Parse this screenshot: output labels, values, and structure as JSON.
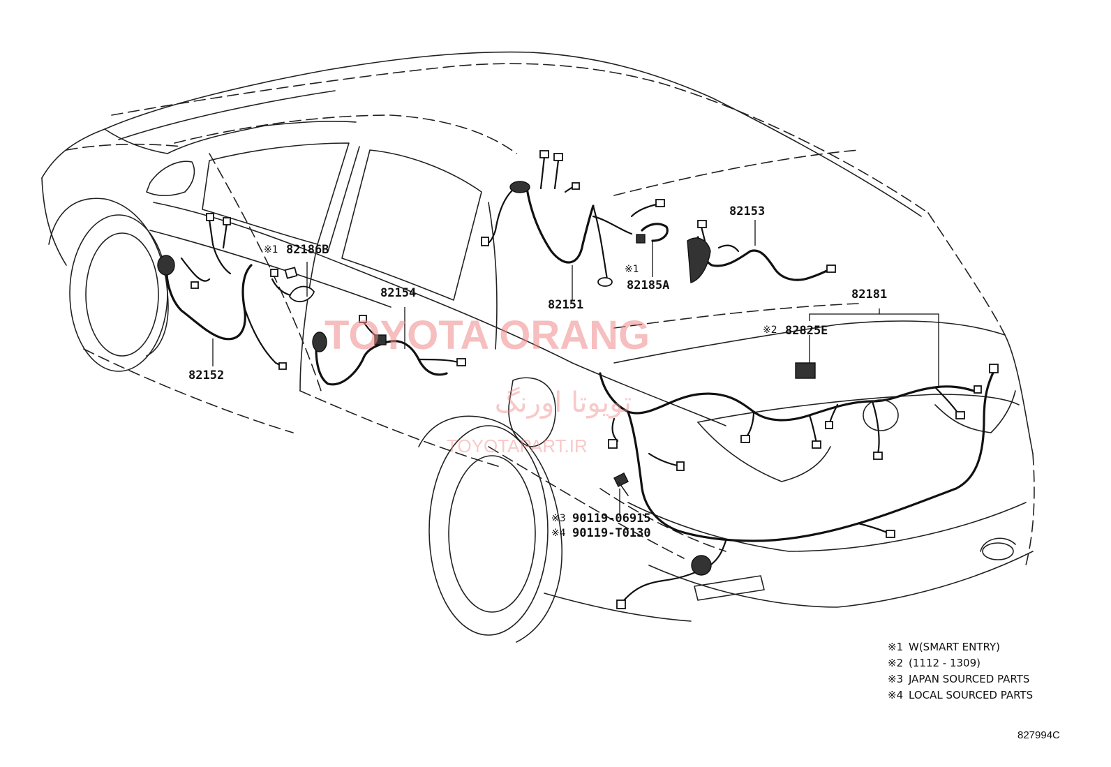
{
  "callouts": {
    "p82186B": {
      "symbol": "※1",
      "part": "82186B"
    },
    "p82152": {
      "part": "82152"
    },
    "p82154": {
      "part": "82154"
    },
    "p82151": {
      "part": "82151"
    },
    "p82185A": {
      "symbol": "※1",
      "part": "82185A"
    },
    "p82153": {
      "part": "82153"
    },
    "p82181": {
      "part": "82181"
    },
    "p82825E": {
      "symbol": "※2",
      "part": "82825E"
    },
    "bolt1": {
      "symbol": "※3",
      "part": "90119-06915"
    },
    "bolt2": {
      "symbol": "※4",
      "part": "90119-T0130"
    }
  },
  "legend": [
    {
      "symbol": "※1",
      "text": "W(SMART ENTRY)"
    },
    {
      "symbol": "※2",
      "text": "(1112 - 1309)"
    },
    {
      "symbol": "※3",
      "text": "JAPAN SOURCED PARTS"
    },
    {
      "symbol": "※4",
      "text": "LOCAL SOURCED PARTS"
    }
  ],
  "watermark": {
    "title": "TOYOTA ORANG",
    "persian": "تویوتا اورنگ",
    "url": "TOYOTAPART.IR"
  },
  "diagram_code": "827994C"
}
